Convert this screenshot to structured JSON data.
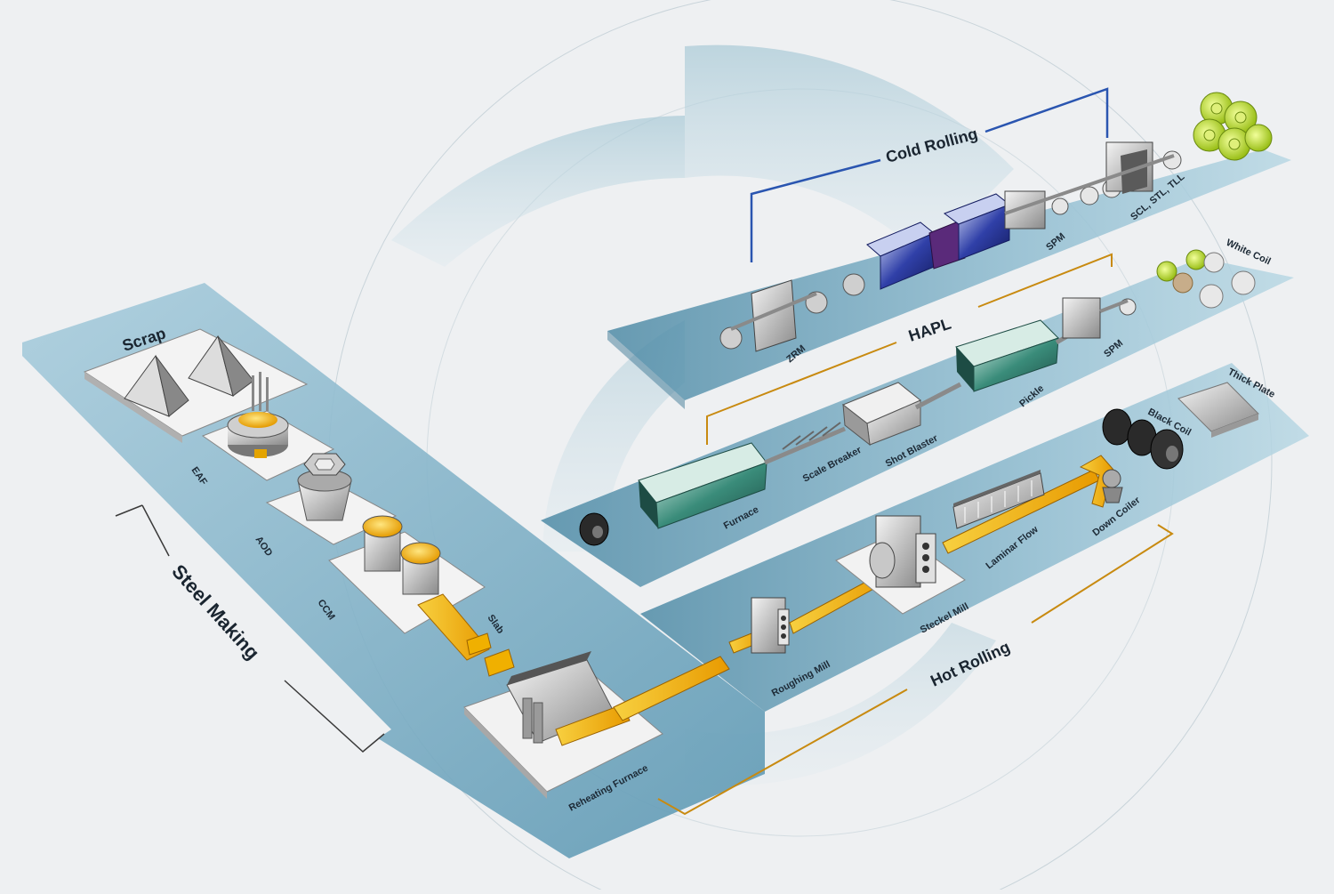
{
  "sections": {
    "steel_making": "Steel Making",
    "cold_rolling": "Cold Rolling",
    "hapl": "HAPL",
    "hot_rolling": "Hot Rolling"
  },
  "labels": {
    "scrap": "Scrap",
    "eaf": "EAF",
    "aod": "AOD",
    "ccm": "CCM",
    "slab": "Slab",
    "reheating_furnace": "Reheating Furnace",
    "roughing_mill": "Roughing Mill",
    "steckel_mill": "Steckel Mill",
    "laminar_flow": "Laminar Flow",
    "down_coiler": "Down Coiler",
    "black_coil": "Black Coil",
    "thick_plate": "Thick Plate",
    "furnace": "Furnace",
    "scale_breaker": "Scale Breaker",
    "shot_blaster": "Shot Blaster",
    "pickle": "Pickle",
    "spm_hapl": "SPM",
    "white_coil": "White Coil",
    "zrm": "ZRM",
    "spm_cold": "SPM",
    "scl_stl_tll": "SCL, STL, TLL"
  },
  "colors": {
    "platform": "#8fbcd0",
    "platform_dark": "#4f8ba6",
    "hot_steel": "#f0b000",
    "bracket_blue": "#2a55b0",
    "bracket_orange": "#c88a10",
    "machine_green": "#2f7a6c",
    "machine_blue": "#283a9a",
    "coil_yellow": "#c8e040"
  }
}
